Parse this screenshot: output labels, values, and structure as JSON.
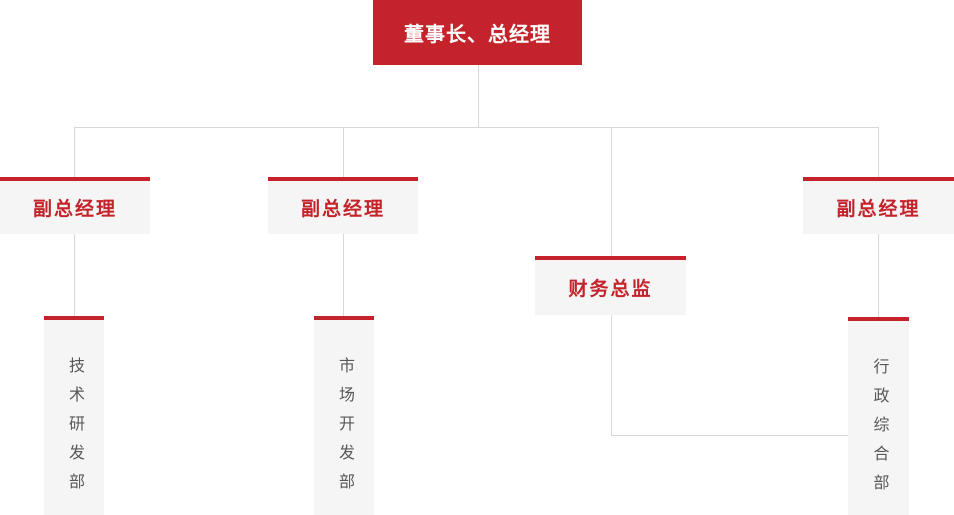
{
  "diagram": {
    "type": "org-chart",
    "root": {
      "id": "chairman-gm",
      "label": "董事长、总经理"
    },
    "managers": [
      {
        "id": "vice-gm-left",
        "label": "副总经理"
      },
      {
        "id": "vice-gm-middle",
        "label": "副总经理"
      },
      {
        "id": "cfo",
        "label": "财务总监"
      },
      {
        "id": "vice-gm-right",
        "label": "副总经理"
      }
    ],
    "departments": [
      {
        "id": "tech-rd-dept",
        "label": "技术研发部"
      },
      {
        "id": "market-dev-dept",
        "label": "市场开发部"
      },
      {
        "id": "admin-general-dept",
        "label": "行政综合部"
      }
    ],
    "edges": [
      {
        "from": "chairman-gm",
        "to": "vice-gm-left"
      },
      {
        "from": "chairman-gm",
        "to": "vice-gm-middle"
      },
      {
        "from": "chairman-gm",
        "to": "cfo"
      },
      {
        "from": "chairman-gm",
        "to": "vice-gm-right"
      },
      {
        "from": "vice-gm-left",
        "to": "tech-rd-dept"
      },
      {
        "from": "vice-gm-middle",
        "to": "market-dev-dept"
      },
      {
        "from": "vice-gm-right",
        "to": "admin-general-dept"
      },
      {
        "from": "cfo",
        "to": "admin-general-dept"
      }
    ]
  },
  "colors": {
    "primary_red": "#c4232b",
    "node_background": "#f5f5f5",
    "connector_line": "#d8d8d8",
    "department_text": "#595757",
    "root_text": "#ffffff"
  }
}
